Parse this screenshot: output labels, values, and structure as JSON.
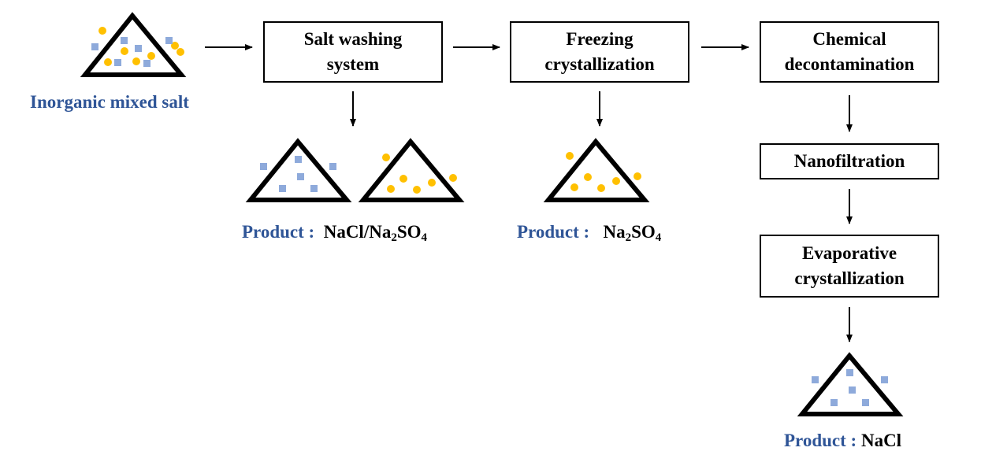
{
  "source": {
    "label": "Inorganic mixed salt"
  },
  "steps": {
    "salt_washing": {
      "line1": "Salt washing",
      "line2": "system"
    },
    "freezing": {
      "line1": "Freezing",
      "line2": "crystallization"
    },
    "chemical": {
      "line1": "Chemical",
      "line2": "decontamination"
    },
    "nanofiltration": {
      "line1": "Nanofiltration"
    },
    "evaporative": {
      "line1": "Evaporative",
      "line2": "crystallization"
    }
  },
  "products": {
    "label": "Product :",
    "washing": {
      "a": "NaCl/Na",
      "b": "2",
      "c": "SO",
      "d": "4"
    },
    "freezing": {
      "a": "Na",
      "b": "2",
      "c": "SO",
      "d": "4"
    },
    "evaporative": {
      "a": "NaCl"
    }
  },
  "colors": {
    "square": "#8eaadb",
    "circle": "#ffc000",
    "label_blue": "#2f5597"
  }
}
